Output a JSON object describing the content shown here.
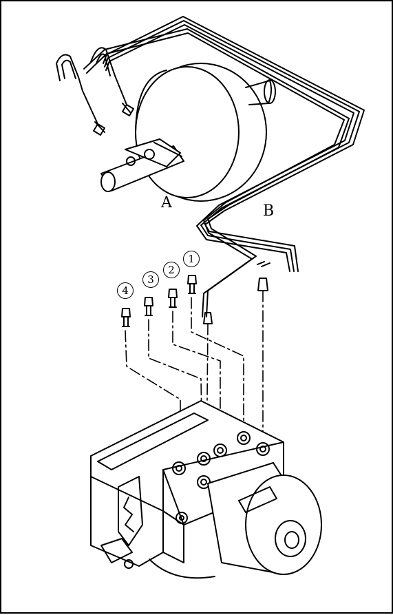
{
  "labels": {
    "line_a": "A",
    "line_b": "B",
    "port_1": "1",
    "port_2": "2",
    "port_3": "3",
    "port_4": "4"
  },
  "colors": {
    "ink": "#000000",
    "paper": "#ffffff"
  }
}
